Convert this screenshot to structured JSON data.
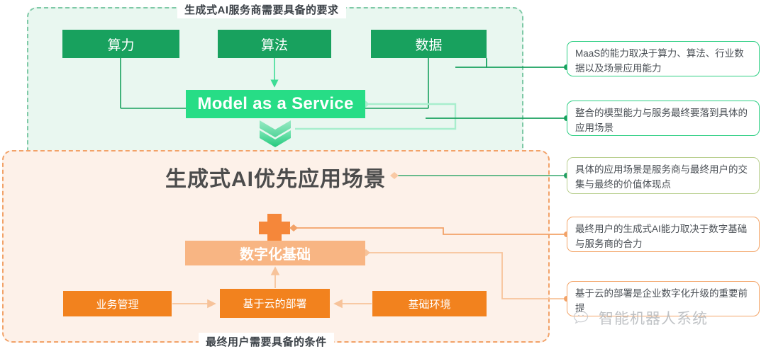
{
  "regions": {
    "provider": {
      "title": "生成式AI服务商需要具备的要求"
    },
    "enduser": {
      "title": "最终用户需要具备的条件"
    }
  },
  "headline": "生成式AI优先应用场景",
  "provider_boxes": [
    {
      "label": "算力"
    },
    {
      "label": "算法"
    },
    {
      "label": "数据"
    }
  ],
  "maas": {
    "label": "Model as a Service"
  },
  "enduser_boxes": {
    "foundation": {
      "label": "数字化基础"
    },
    "row": [
      {
        "label": "业务管理"
      },
      {
        "label": "基于云的部署"
      },
      {
        "label": "基础环境"
      }
    ]
  },
  "callouts": [
    {
      "text": "MaaS的能力取决于算力、算法、行业数据以及场景应用能力"
    },
    {
      "text": "整合的模型能力与服务最终要落到具体的应用场景"
    },
    {
      "text": "具体的应用场景是服务商与最终用户的交集与最终的价值体现点"
    },
    {
      "text": "最终用户的生成式AI能力取决于数字基础与服务商的合力"
    },
    {
      "text": "基于云的部署是企业数字化升级的重要前提"
    }
  ],
  "watermark": {
    "text": "智能机器人系统",
    "icon": "wechat-icon"
  },
  "colors": {
    "green_dark": "#18a15e",
    "green_bright": "#27dd86",
    "green_region_bg": "#e9f7f0",
    "green_region_border": "#7ec9a6",
    "orange_dark": "#f2821e",
    "orange_light": "#f8b583",
    "orange_region_bg": "#fdf1e9",
    "orange_region_border": "#f2a268",
    "text_dark": "#4c4c4c"
  }
}
